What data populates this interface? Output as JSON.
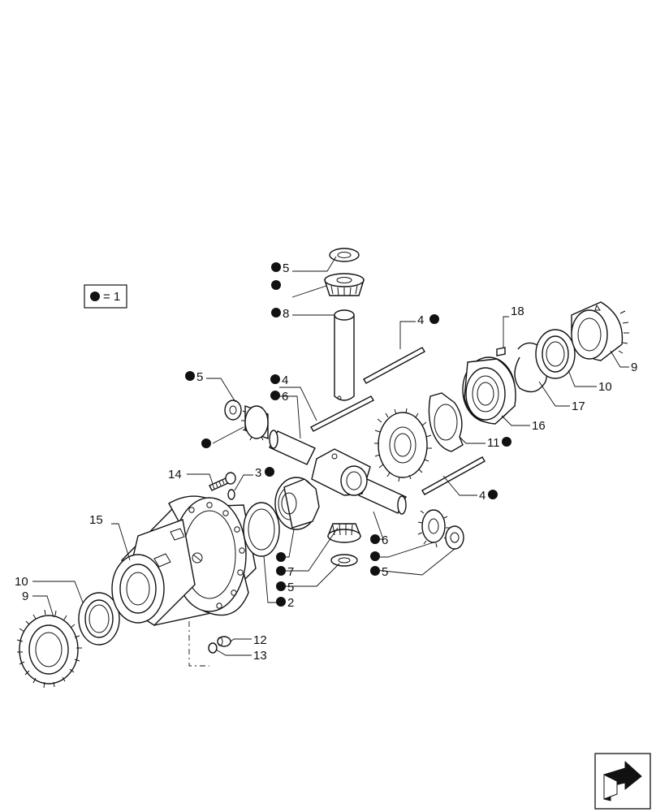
{
  "legend": {
    "text": "= 1"
  },
  "callouts": {
    "c5_top": "5",
    "c8": "8",
    "c4_top_right": "4",
    "c18": "18",
    "c9_right": "9",
    "c10_right": "10",
    "c17": "17",
    "c16": "16",
    "c11": "11",
    "c5_left": "5",
    "c4_mid": "4",
    "c6_top": "6",
    "c14": "14",
    "c3": "3",
    "c4_right": "4",
    "c15": "15",
    "c6_mid": "6",
    "c7": "7",
    "c5_bottom_mid": "5",
    "c5_bottom_right": "5",
    "c2": "2",
    "c10_left": "10",
    "c9_left": "9",
    "c12": "12",
    "c13": "13"
  },
  "icons": {
    "legend_dot": "filled-circle",
    "navigation": "previous-page-arrow-icon"
  }
}
